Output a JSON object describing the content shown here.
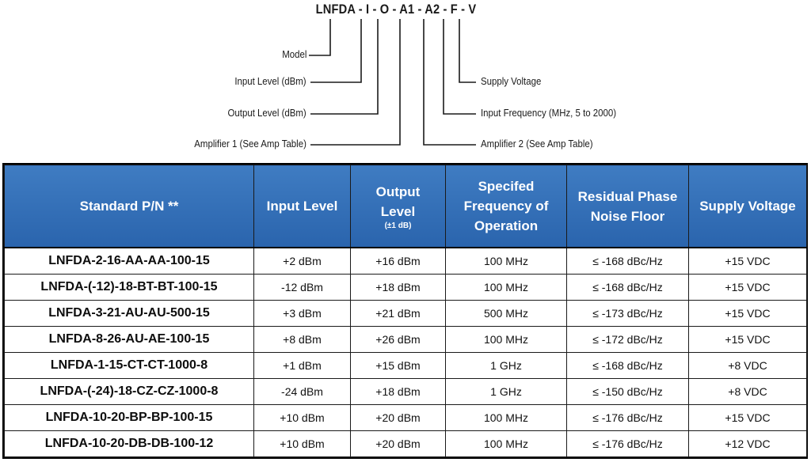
{
  "diagram": {
    "code": "LNFDA - I - O - A1 - A2 - F - V",
    "left_labels": [
      "Model",
      "Input Level (dBm)",
      "Output Level (dBm)",
      "Amplifier 1 (See Amp Table)"
    ],
    "right_labels": [
      "Supply Voltage",
      "Input Frequency (MHz, 5 to 2000)",
      "Amplifier 2 (See Amp Table)"
    ]
  },
  "table": {
    "headers": [
      {
        "label": "Standard P/N **",
        "sub": ""
      },
      {
        "label": "Input Level",
        "sub": ""
      },
      {
        "label": "Output Level",
        "sub": "(±1 dB)"
      },
      {
        "label": "Specifed Frequency of Operation",
        "sub": ""
      },
      {
        "label": "Residual Phase Noise Floor",
        "sub": ""
      },
      {
        "label": "Supply Voltage",
        "sub": ""
      }
    ],
    "rows": [
      [
        "LNFDA-2-16-AA-AA-100-15",
        "+2 dBm",
        "+16 dBm",
        "100 MHz",
        "≤ -168 dBc/Hz",
        "+15 VDC"
      ],
      [
        "LNFDA-(-12)-18-BT-BT-100-15",
        "-12 dBm",
        "+18 dBm",
        "100 MHz",
        "≤ -168 dBc/Hz",
        "+15 VDC"
      ],
      [
        "LNFDA-3-21-AU-AU-500-15",
        "+3 dBm",
        "+21 dBm",
        "500 MHz",
        "≤ -173 dBc/Hz",
        "+15 VDC"
      ],
      [
        "LNFDA-8-26-AU-AE-100-15",
        "+8 dBm",
        "+26 dBm",
        "100 MHz",
        "≤ -172 dBc/Hz",
        "+15 VDC"
      ],
      [
        "LNFDA-1-15-CT-CT-1000-8",
        "+1 dBm",
        "+15 dBm",
        "1 GHz",
        "≤ -168 dBc/Hz",
        "+8 VDC"
      ],
      [
        "LNFDA-(-24)-18-CZ-CZ-1000-8",
        "-24 dBm",
        "+18 dBm",
        "1 GHz",
        "≤ -150 dBc/Hz",
        "+8 VDC"
      ],
      [
        "LNFDA-10-20-BP-BP-100-15",
        "+10 dBm",
        "+20 dBm",
        "100 MHz",
        "≤ -176 dBc/Hz",
        "+15 VDC"
      ],
      [
        "LNFDA-10-20-DB-DB-100-12",
        "+10 dBm",
        "+20 dBm",
        "100 MHz",
        "≤ -176 dBc/Hz",
        "+12 VDC"
      ]
    ]
  }
}
